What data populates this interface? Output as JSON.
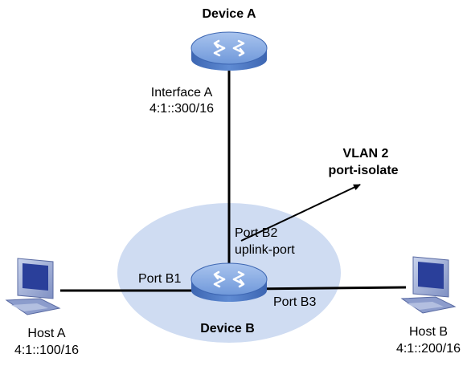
{
  "devices": {
    "device_a": {
      "name": "Device A"
    },
    "device_b": {
      "name": "Device B"
    }
  },
  "interface_a": {
    "name": "Interface A",
    "address": "4:1::300/16"
  },
  "vlan_note": {
    "vlan": "VLAN 2",
    "mode": "port-isolate"
  },
  "ports": {
    "b1": "Port B1",
    "b2": "Port B2",
    "b2_role": "uplink-port",
    "b3": "Port B3"
  },
  "hosts": {
    "host_a": {
      "name": "Host A",
      "address": "4:1::100/16"
    },
    "host_b": {
      "name": "Host B",
      "address": "4:1::200/16"
    }
  },
  "colors": {
    "vlan_area": "#cfdcf2",
    "device_body": "#4e7cc9",
    "device_top": "#8fb2e6",
    "link": "#000000",
    "pc_screen": "#2a3f9a",
    "pc_body": "#a9b6d8"
  },
  "icons": [
    "switch-icon",
    "pc-icon",
    "arrow-icon"
  ]
}
